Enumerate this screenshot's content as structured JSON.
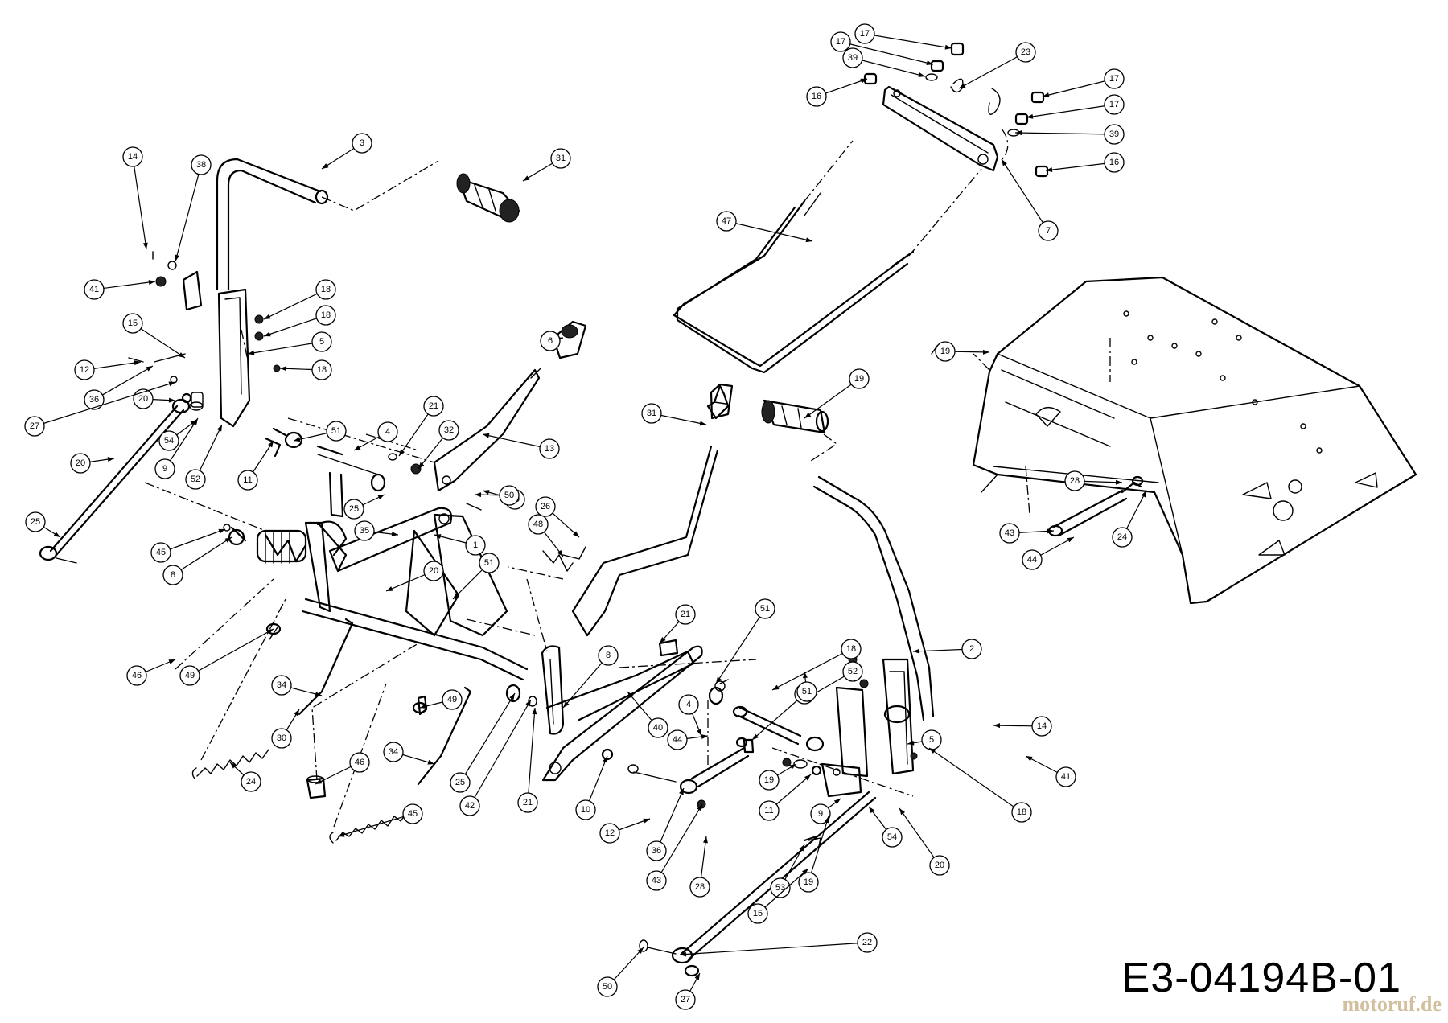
{
  "document": {
    "drawing_code": "E3-04194B-01",
    "watermark": "motoruf.de"
  },
  "callouts": [
    "17",
    "17",
    "39",
    "23",
    "16",
    "17",
    "17",
    "39",
    "16",
    "7",
    "3",
    "31",
    "47",
    "14",
    "38",
    "41",
    "18",
    "18",
    "5",
    "15",
    "12",
    "18",
    "36",
    "20",
    "27",
    "54",
    "9",
    "52",
    "11",
    "51",
    "4",
    "21",
    "32",
    "29",
    "6",
    "13",
    "50",
    "20",
    "25",
    "45",
    "8",
    "1",
    "20",
    "51",
    "25",
    "35",
    "48",
    "26",
    "31",
    "19",
    "19",
    "28",
    "43",
    "44",
    "24",
    "46",
    "49",
    "34",
    "24",
    "30",
    "46",
    "49",
    "34",
    "45",
    "25",
    "42",
    "21",
    "10",
    "8",
    "40",
    "21",
    "51",
    "4",
    "25",
    "18",
    "52",
    "51",
    "2",
    "5",
    "14",
    "41",
    "18",
    "44",
    "19",
    "11",
    "9",
    "54",
    "20",
    "12",
    "36",
    "43",
    "28",
    "53",
    "19",
    "15",
    "22",
    "50",
    "27",
    "13",
    "20"
  ]
}
